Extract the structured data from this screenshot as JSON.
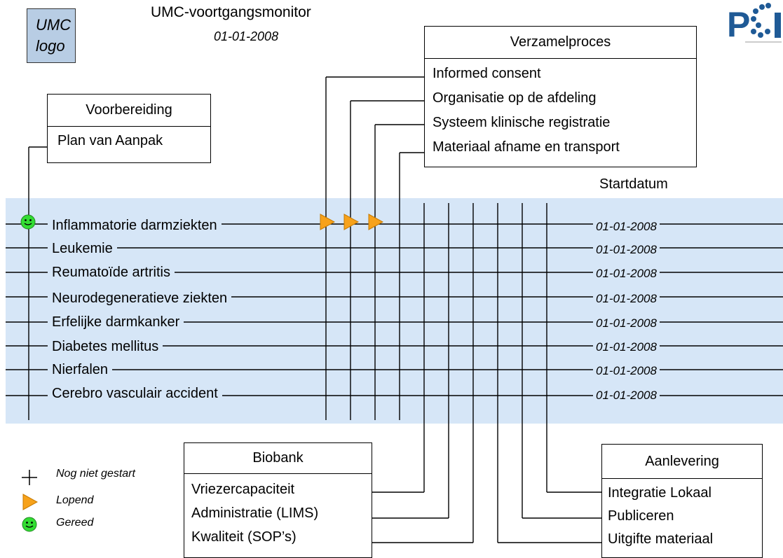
{
  "header": {
    "logo_line1": "UMC",
    "logo_line2": "logo",
    "title": "UMC-voortgangsmonitor",
    "date": "01-01-2008",
    "pgi_label": "PGI"
  },
  "voorbereiding": {
    "title": "Voorbereiding",
    "items": [
      "Plan van Aanpak"
    ]
  },
  "verzamelproces": {
    "title": "Verzamelproces",
    "items": [
      "Informed consent",
      "Organisatie op de afdeling",
      "Systeem klinische registratie",
      "Materiaal afname en transport"
    ]
  },
  "startdatum_label": "Startdatum",
  "diseases": [
    {
      "name": "Inflammatorie darmziekten",
      "date": "01-01-2008"
    },
    {
      "name": "Leukemie",
      "date": "01-01-2008"
    },
    {
      "name": "Reumatoïde artritis",
      "date": "01-01-2008"
    },
    {
      "name": "Neurodegeneratieve ziekten",
      "date": "01-01-2008"
    },
    {
      "name": "Erfelijke darmkanker",
      "date": "01-01-2008"
    },
    {
      "name": "Diabetes mellitus",
      "date": "01-01-2008"
    },
    {
      "name": "Nierfalen",
      "date": "01-01-2008"
    },
    {
      "name": "Cerebro vasculair accident",
      "date": "01-01-2008"
    }
  ],
  "status": {
    "row_index": 0,
    "voorbereiding": "gereed",
    "verzamelproces": [
      "lopend",
      "lopend",
      "lopend",
      "nog_niet_gestart"
    ]
  },
  "biobank": {
    "title": "Biobank",
    "items": [
      "Vriezercapaciteit",
      "Administratie (LIMS)",
      "Kwaliteit (SOP’s)"
    ]
  },
  "aanlevering": {
    "title": "Aanlevering",
    "items": [
      "Integratie Lokaal",
      "Publiceren",
      "Uitgifte materiaal"
    ]
  },
  "legend": {
    "not_started": "Nog niet gestart",
    "running": "Lopend",
    "done": "Gereed"
  },
  "colors": {
    "band": "#d6e6f7",
    "logo_bg": "#b8cde4",
    "running": "#f7a21b",
    "done": "#33dd33",
    "pgi_dots": "#1f5a96"
  }
}
